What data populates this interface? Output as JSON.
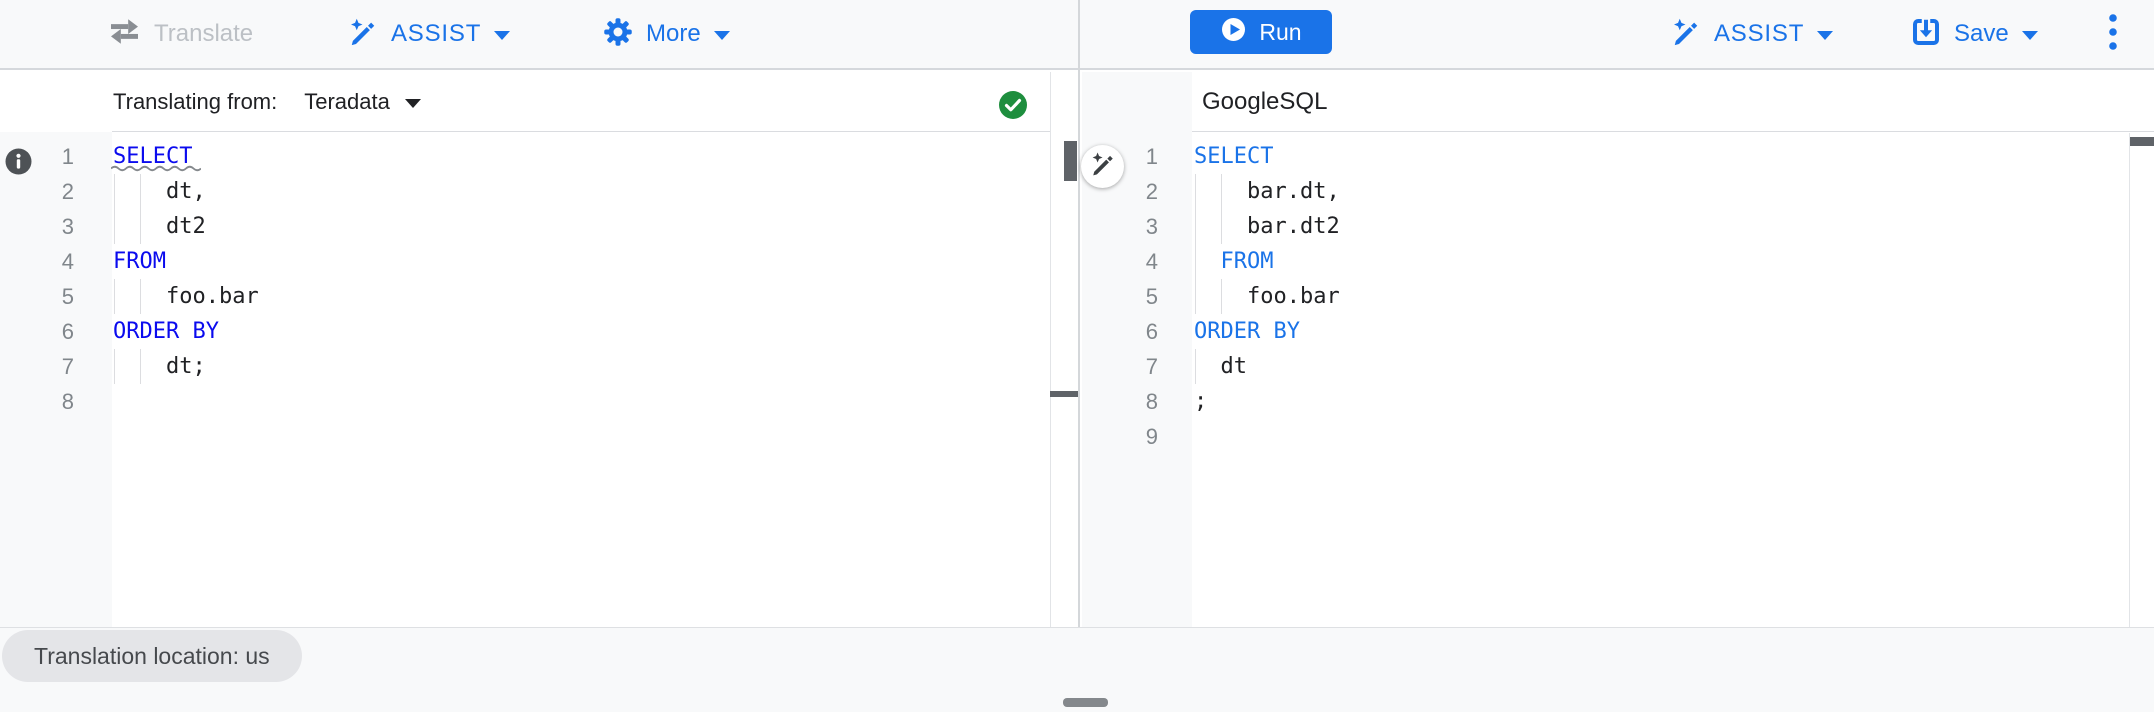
{
  "toolbar": {
    "translate_label": "Translate",
    "assist_label": "ASSIST",
    "more_label": "More",
    "run_label": "Run",
    "assist_right_label": "ASSIST",
    "save_label": "Save"
  },
  "source_panel": {
    "header_label": "Translating from:",
    "dialect": "Teradata",
    "editor": {
      "keyword_color": "#0b0bee",
      "text_color": "#202124",
      "lines": [
        {
          "n": "1",
          "segs": [
            {
              "t": "SELECT",
              "kw": true,
              "squiggle": true
            }
          ]
        },
        {
          "n": "2",
          "segs": [
            {
              "t": "    dt,"
            }
          ]
        },
        {
          "n": "3",
          "segs": [
            {
              "t": "    dt2"
            }
          ]
        },
        {
          "n": "4",
          "segs": [
            {
              "t": "FROM",
              "kw": true
            }
          ]
        },
        {
          "n": "5",
          "segs": [
            {
              "t": "    foo.bar"
            }
          ]
        },
        {
          "n": "6",
          "segs": [
            {
              "t": "ORDER BY",
              "kw": true
            }
          ]
        },
        {
          "n": "7",
          "segs": [
            {
              "t": "    dt;"
            }
          ]
        },
        {
          "n": "8",
          "segs": []
        }
      ]
    }
  },
  "target_panel": {
    "header_label": "GoogleSQL",
    "editor": {
      "keyword_color": "#1a73e8",
      "text_color": "#202124",
      "lines": [
        {
          "n": "1",
          "segs": [
            {
              "t": "SELECT",
              "kw": true
            }
          ]
        },
        {
          "n": "2",
          "segs": [
            {
              "t": "    bar.dt,"
            }
          ]
        },
        {
          "n": "3",
          "segs": [
            {
              "t": "    bar.dt2"
            }
          ]
        },
        {
          "n": "4",
          "segs": [
            {
              "t": "  "
            },
            {
              "t": "FROM",
              "kw": true
            }
          ]
        },
        {
          "n": "5",
          "segs": [
            {
              "t": "    foo.bar"
            }
          ]
        },
        {
          "n": "6",
          "segs": [
            {
              "t": "ORDER BY",
              "kw": true
            }
          ]
        },
        {
          "n": "7",
          "segs": [
            {
              "t": "  dt"
            }
          ]
        },
        {
          "n": "8",
          "segs": [
            {
              "t": ";"
            }
          ]
        },
        {
          "n": "9",
          "segs": []
        }
      ]
    }
  },
  "footer": {
    "location_chip": "Translation location: us"
  },
  "colors": {
    "accent_blue": "#1a73e8",
    "success_green": "#1e8e3e",
    "source_keyword": "#0b0bee",
    "target_keyword": "#1a73e8",
    "code_text": "#202124",
    "toolbar_bg": "#f8f9fa"
  },
  "icons": {
    "translate": "swap-arrows-icon",
    "assist": "pen-sparkle-icon",
    "more": "gear-icon",
    "run": "play-circle-icon",
    "save": "save-download-icon",
    "overflow": "kebab-menu-icon",
    "source_status": "check-circle-icon",
    "line_info": "info-circle-icon",
    "inline_assist": "pen-sparkle-icon"
  }
}
